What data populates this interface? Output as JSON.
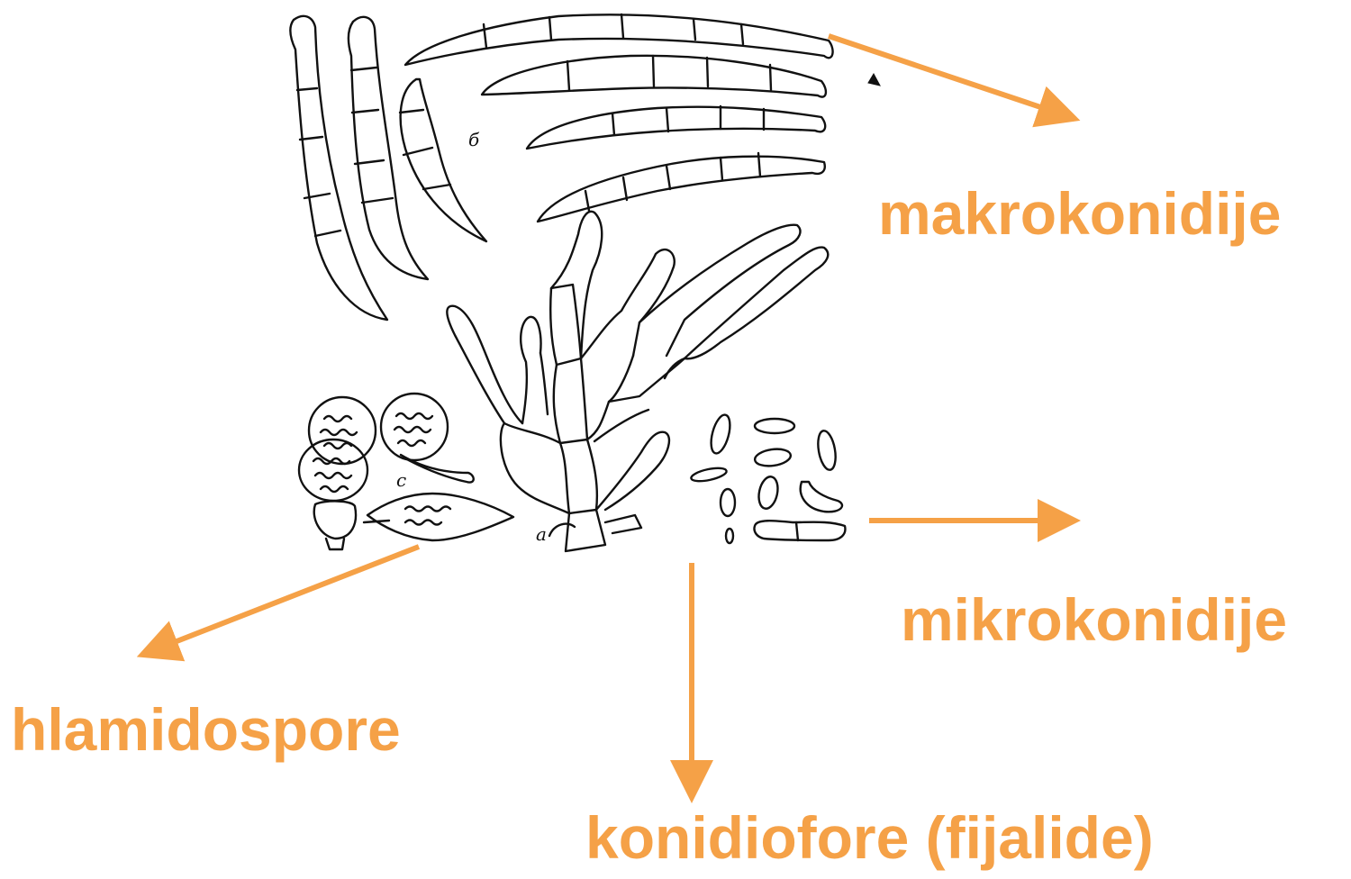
{
  "colors": {
    "accent": "#f5a147",
    "ink": "#111111",
    "background": "#ffffff"
  },
  "figure": {
    "panel_letters": {
      "b": "б",
      "a": "a",
      "c": "c"
    }
  },
  "labels": {
    "makrokonidije": "makrokonidije",
    "mikrokonidije": "mikrokonidije",
    "hlamidospore": "hlamidospore",
    "konidiofore": "konidiofore (fijalide)"
  }
}
